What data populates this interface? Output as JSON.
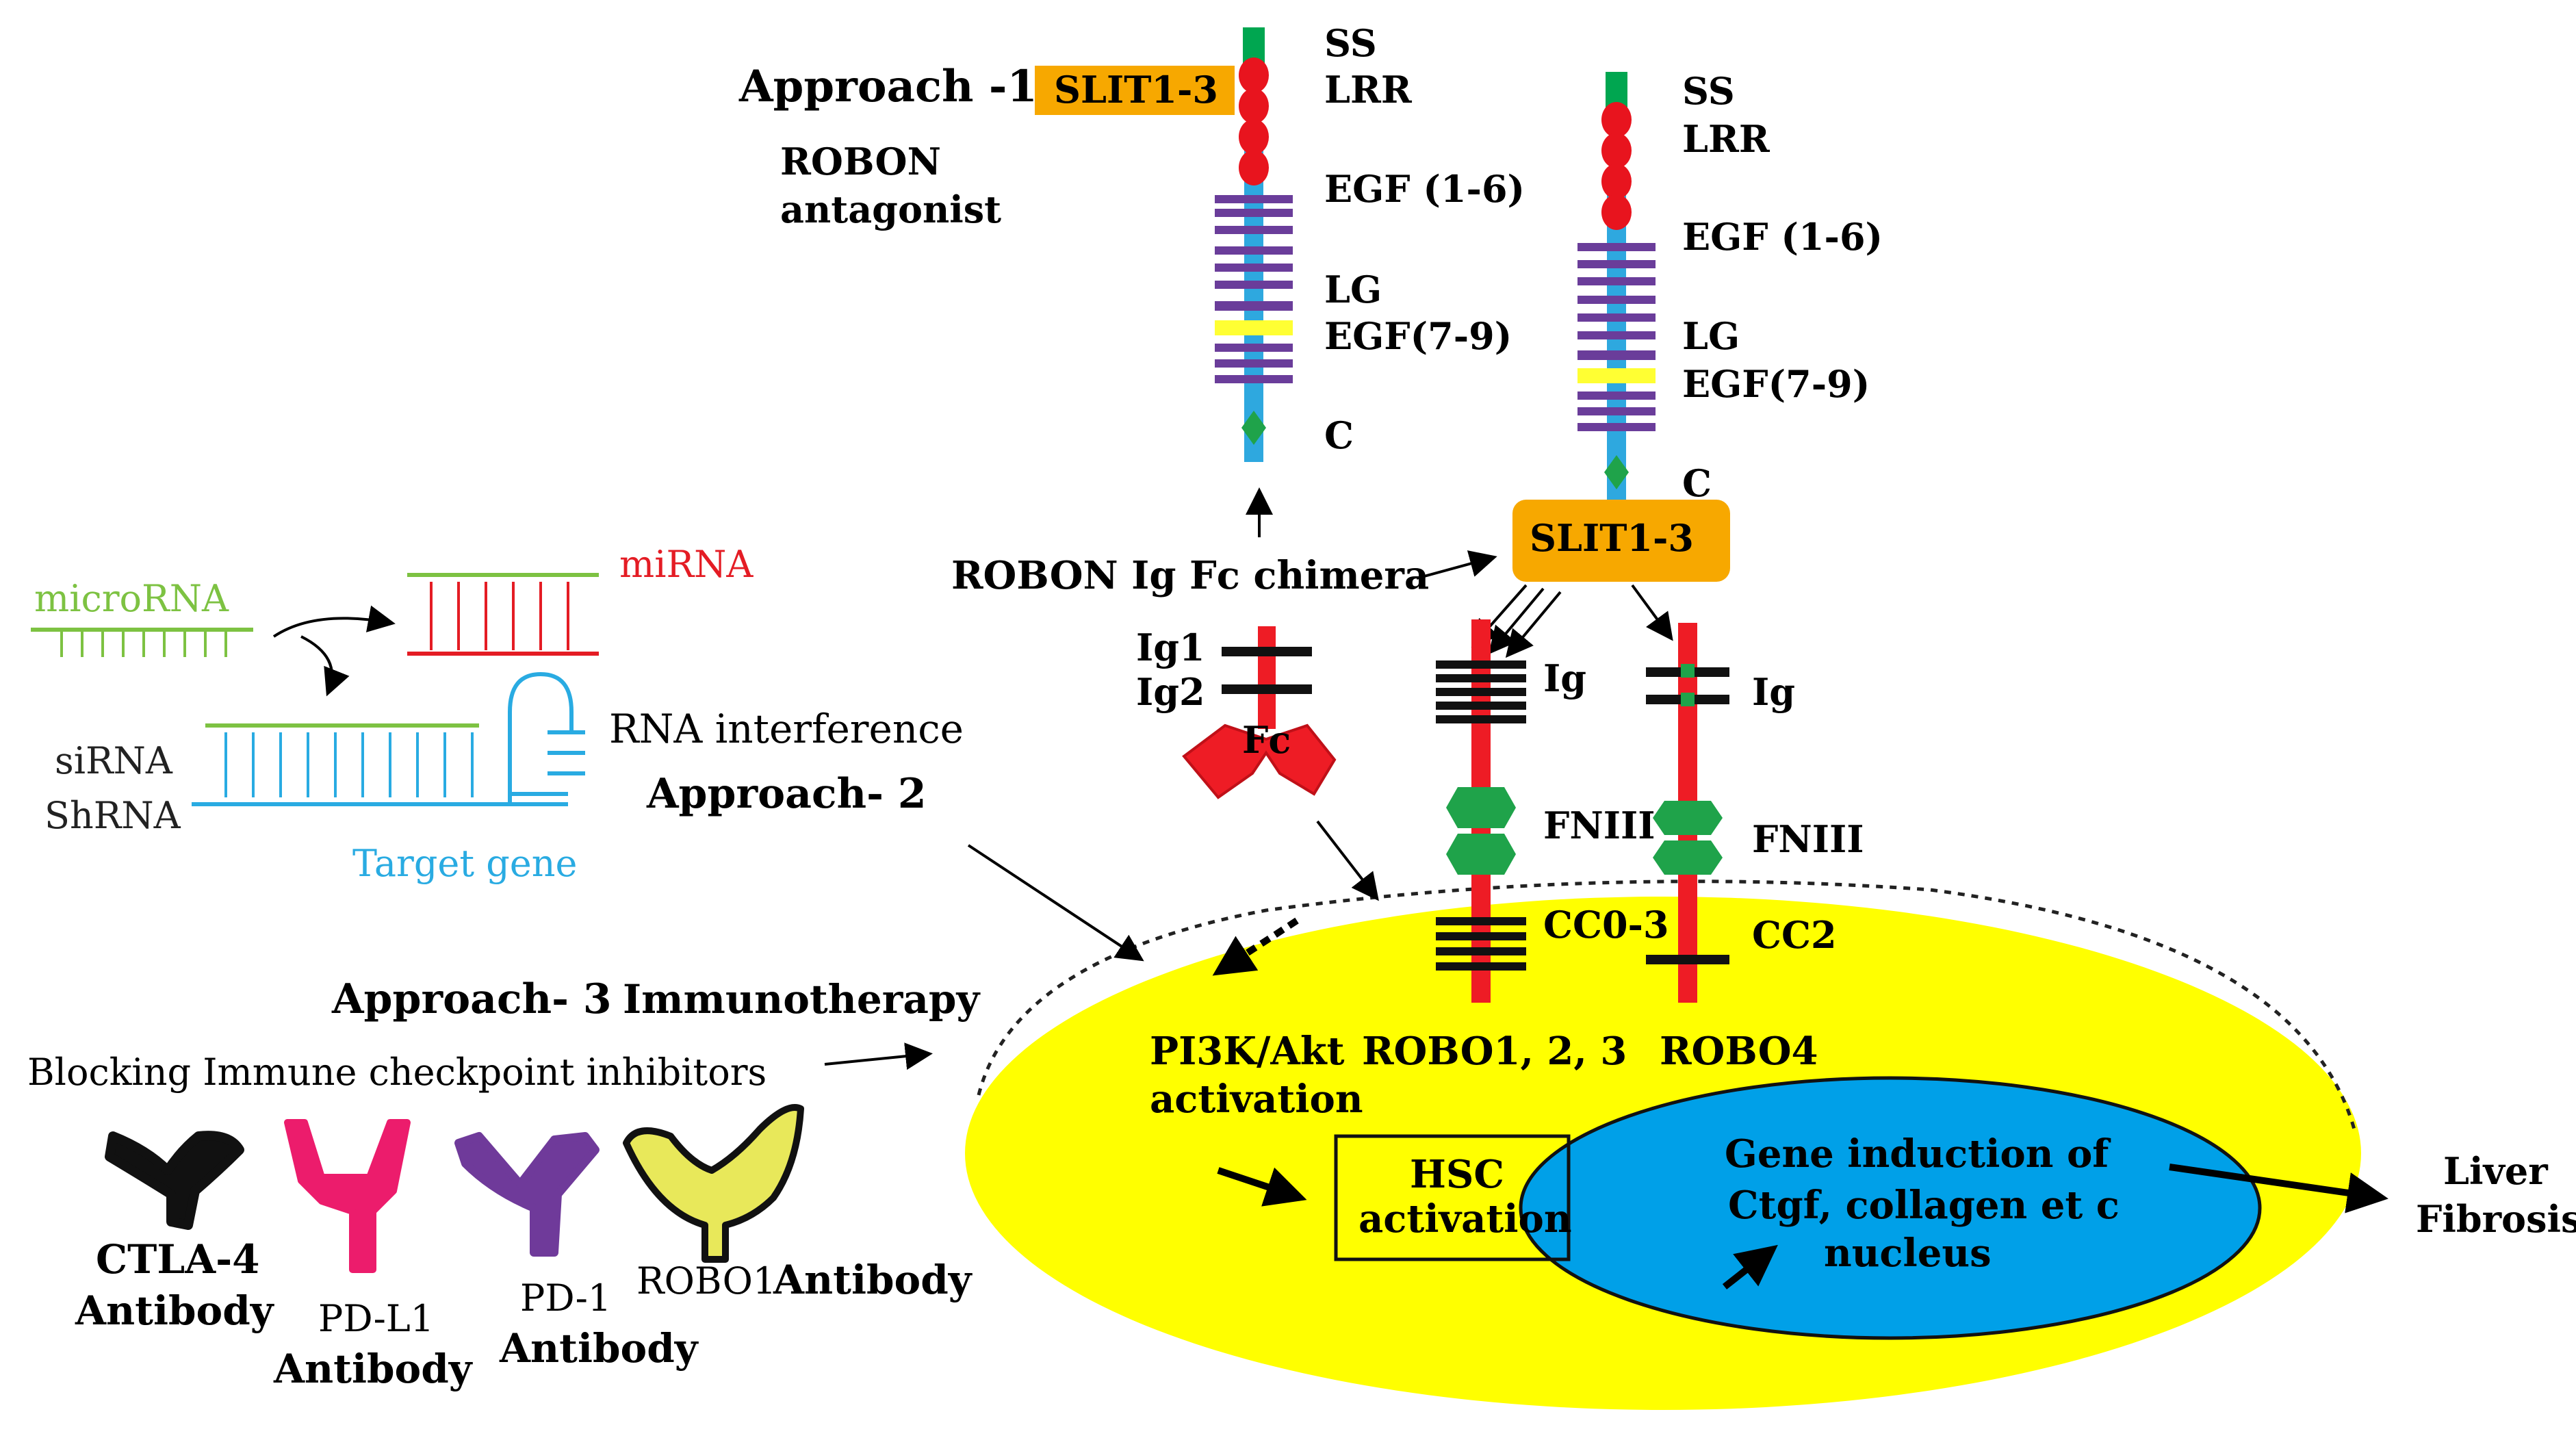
{
  "approach1": {
    "title": "Approach -1",
    "slit_box": "SLIT1-3",
    "robon_line1": "ROBON",
    "robon_line2": "antagonist",
    "domains_left": {
      "ss": "SS",
      "lrr": "LRR",
      "egf16": "EGF (1-6)",
      "lg": "LG",
      "egf79": "EGF(7-9)",
      "c": "C"
    },
    "chimera_label": "ROBON  Ig  Fc chimera"
  },
  "slit_right": {
    "domains": {
      "ss": "SS",
      "lrr": "LRR",
      "egf16": "EGF (1-6)",
      "lg": "LG",
      "egf79": "EGF(7-9)",
      "c": "C"
    },
    "box": "SLIT1-3"
  },
  "fc_chimera": {
    "ig1": "Ig1",
    "ig2": "Ig2",
    "fc": "Fc"
  },
  "robo123": {
    "ig": "Ig",
    "fniii": "FNIII",
    "cc": "CC0-3",
    "name": "ROBO1, 2, 3"
  },
  "robo4": {
    "ig": "Ig",
    "fniii": "FNIII",
    "cc": "CC2",
    "name": "ROBO4"
  },
  "rna": {
    "microrna": "microRNA",
    "mirna": "miRNA",
    "sirna": "siRNA",
    "shrna": "ShRNA",
    "target": "Target gene",
    "heading": "RNA interference",
    "approach": "Approach- 2"
  },
  "approach3": {
    "title": "Approach- 3",
    "subtitle": "Immunotherapy",
    "blocking": "Blocking Immune checkpoint inhibitors",
    "ctla4_1": "CTLA-4",
    "ctla4_2": "Antibody",
    "pdl1_1": "PD-L1",
    "pdl1_2": "Antibody",
    "pd1_1": "PD-1",
    "pd1_2": "Antibody",
    "robo1_1": "ROBO1",
    "robo1_2": "Antibody"
  },
  "cell": {
    "pi3k_1": "PI3K/Akt",
    "pi3k_2": "activation",
    "hsc_1": "HSC",
    "hsc_2": "activation",
    "gene_1": "Gene induction of",
    "gene_2": "Ctgf, collagen et c",
    "gene_3": "nucleus",
    "fibrosis_1": "Liver",
    "fibrosis_2": "Fibrosis"
  },
  "colors": {
    "cell": "#ffff00",
    "nucleus": "#00a0e8",
    "slit_box": "#f7a800",
    "receptor": "#ee1c25",
    "egf": "#6a3d9a",
    "lrr": "#e8141e",
    "ss": "#00a650",
    "stalk": "#2ea8df",
    "fniii": "#1fa34a",
    "rna_green": "#7dc242",
    "rna_red": "#e41c24",
    "rna_blue": "#29abe2",
    "pdl1": "#ec1c6c",
    "pd1": "#6f3a9a",
    "robo1_ab": "#e8e85a"
  }
}
